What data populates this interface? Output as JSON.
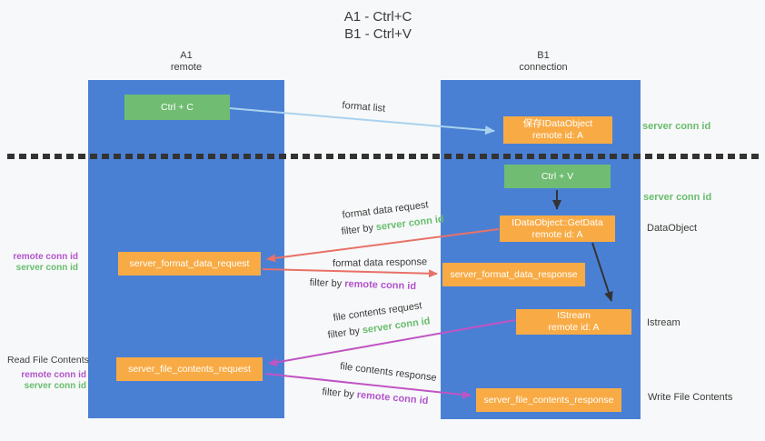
{
  "title": {
    "line1": "A1 - Ctrl+C",
    "line2": "B1 - Ctrl+V"
  },
  "lanes": {
    "a1": {
      "title": "A1",
      "subtitle": "remote"
    },
    "b1": {
      "title": "B1",
      "subtitle": "connection"
    }
  },
  "nodes": {
    "ctrl_c": "Ctrl + C",
    "ctrl_v": "Ctrl + V",
    "save_dataobject": {
      "line1": "保存IDataObject",
      "line2": "remote id: A"
    },
    "getdata": {
      "line1": "IDataObject::GetData",
      "line2": "remote id: A"
    },
    "istream": {
      "line1": "IStream",
      "line2": "remote id: A"
    },
    "server_format_data_request": "server_format_data_request",
    "server_format_data_response": "server_format_data_response",
    "server_file_contents_request": "server_file_contents_request",
    "server_file_contents_response": "server_file_contents_response"
  },
  "side_labels": {
    "server_conn_id_top": "server conn id",
    "server_conn_id_mid": "server conn id",
    "dataobject": "DataObject",
    "istream": "Istream",
    "write_file_contents": "Write File Contents",
    "read_file_contents": "Read File Contents",
    "left_group1": {
      "remote": "remote conn id",
      "server": "server conn id"
    },
    "left_group2": {
      "remote": "remote conn id",
      "server": "server conn id"
    }
  },
  "arrows": {
    "format_list": {
      "label": "format list"
    },
    "format_data_request": {
      "label": "format data request",
      "filter_prefix": "filter by",
      "filter_key": "server conn id"
    },
    "format_data_response": {
      "label": "format data response",
      "filter_prefix": "filter by",
      "filter_key": "remote conn id"
    },
    "file_contents_request": {
      "label": "file contents request",
      "filter_prefix": "filter by",
      "filter_key": "server conn id"
    },
    "file_contents_response": {
      "label": "file contents response",
      "filter_prefix": "filter by",
      "filter_key": "remote conn id"
    }
  },
  "colors": {
    "bg": "#f7f8f9",
    "lane-blue": "#4a80d4",
    "node-orange": "#f8ab45",
    "node-green": "#70bc72",
    "node-text": "#ffffff",
    "text-dark": "#3b3b3b",
    "text-green": "#68bd6d",
    "text-purple": "#b254cb",
    "arrow-red": "#e87168",
    "arrow-magenta": "#c054c4",
    "arrow-blue": "#a9d2ee",
    "arrow-black": "#333333"
  }
}
